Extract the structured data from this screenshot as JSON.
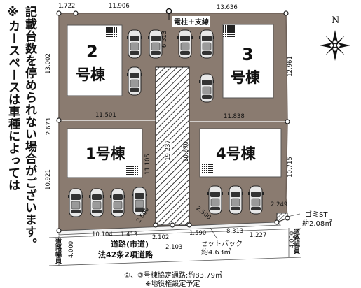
{
  "notice_lines": [
    "※カースペースは車種によっては",
    "記載台数を停められない場合がございます。"
  ],
  "buildings": {
    "b2": {
      "num": "2",
      "label": "号棟"
    },
    "b3": {
      "num": "3",
      "label": "号棟"
    },
    "b1": {
      "label": "1号棟"
    },
    "b4": {
      "label": "4号棟"
    }
  },
  "utility_pole": "電柱＋支線",
  "dimensions": {
    "top_left": "1.722",
    "top_mid": "11.906",
    "top_right": "13.636",
    "center_top": "6.513",
    "left_upper": "13.002",
    "right_upper": "12.961",
    "mid_left": "11.501",
    "mid_right": "11.838",
    "left_small": "2.673",
    "left_lower": "10.921",
    "right_lower": "10.715",
    "lane_left": "11.105",
    "lane_center": "19.237",
    "lane_right": "10.670",
    "corner_left": "2.500",
    "corner_right": "2.500",
    "corner_far": "2.249",
    "bottom_a": "10.104",
    "bottom_b": "1.413",
    "bottom_c": "2.102",
    "bottom_d": "2.103",
    "bottom_e": "1.590",
    "bottom_f": "8.313",
    "bottom_g": "1.227",
    "road_width_left": "4.000",
    "road_width_right": "4.000"
  },
  "road_width_label": "道路幅員",
  "road": {
    "line1": "道路(市道)",
    "line2": "法42条2項道路"
  },
  "setback": {
    "line1": "セットバック",
    "line2": "約4.63㎡"
  },
  "garbage": {
    "line1": "ゴミST",
    "line2": "約2.08㎡"
  },
  "footnote": {
    "line1": "②、③号棟協定通路:約83.79㎡",
    "line2": "※地役権設定予定"
  },
  "compass_label": "N",
  "colors": {
    "lot": "#8a7b70",
    "lot_edge": "#6e6159",
    "building": "#ffffff",
    "text": "#111111"
  }
}
